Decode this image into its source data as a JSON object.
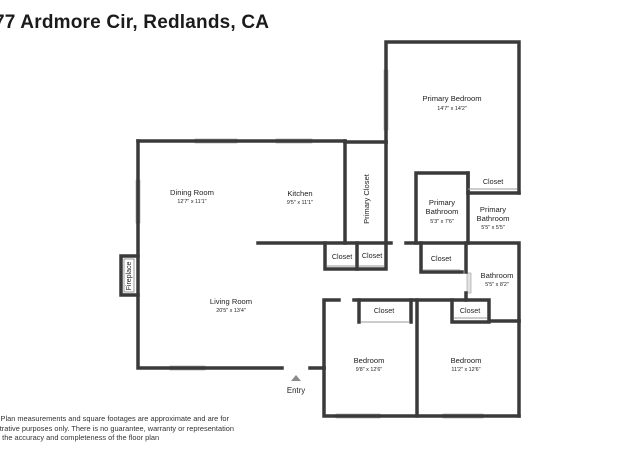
{
  "title": "77 Ardmore Cir, Redlands, CA",
  "disclaimer": [
    "r Plan measurements and square footages are approximate and are for",
    "strative purposes only. There is no guarantee, warranty or representation",
    "o the accuracy and completeness of the floor plan"
  ],
  "rooms": [
    {
      "id": "primary-bedroom",
      "name": "Primary Bedroom",
      "dims": "14'7\" x 14'2\""
    },
    {
      "id": "dining-room",
      "name": "Dining Room",
      "dims": "12'7\" x 11'1\""
    },
    {
      "id": "kitchen",
      "name": "Kitchen",
      "dims": "9'5\" x 11'1\""
    },
    {
      "id": "primary-bathroom-1",
      "name": "Primary Bathroom",
      "dims": "5'3\" x 7'6\""
    },
    {
      "id": "primary-bathroom-2",
      "name": "Primary Bathroom",
      "dims": "5'5\" x 5'5\""
    },
    {
      "id": "bathroom",
      "name": "Bathroom",
      "dims": "5'5\" x 8'2\""
    },
    {
      "id": "living-room",
      "name": "Living Room",
      "dims": "20'5\" x 13'4\""
    },
    {
      "id": "bedroom-1",
      "name": "Bedroom",
      "dims": "9'8\" x 12'6\""
    },
    {
      "id": "bedroom-2",
      "name": "Bedroom",
      "dims": "11'2\" x 12'6\""
    }
  ],
  "closets": [
    "Closet",
    "Closet",
    "Closet",
    "Closet",
    "Closet",
    "Closet"
  ],
  "primary_closet": "Primary Closet",
  "fireplace": "Fireplace",
  "entry": "Entry"
}
